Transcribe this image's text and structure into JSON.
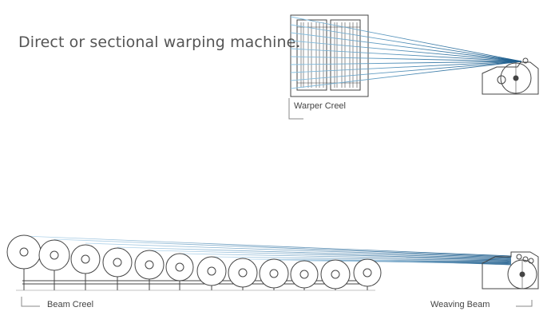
{
  "title": "Direct or sectional warping machine.",
  "labels": {
    "warper_creel": "Warper Creel",
    "beam_creel": "Beam Creel",
    "weaving_beam": "Weaving Beam"
  },
  "colors": {
    "line": "#444444",
    "thread_light": "#6ab0d8",
    "thread_dark": "#1a5a8a"
  }
}
